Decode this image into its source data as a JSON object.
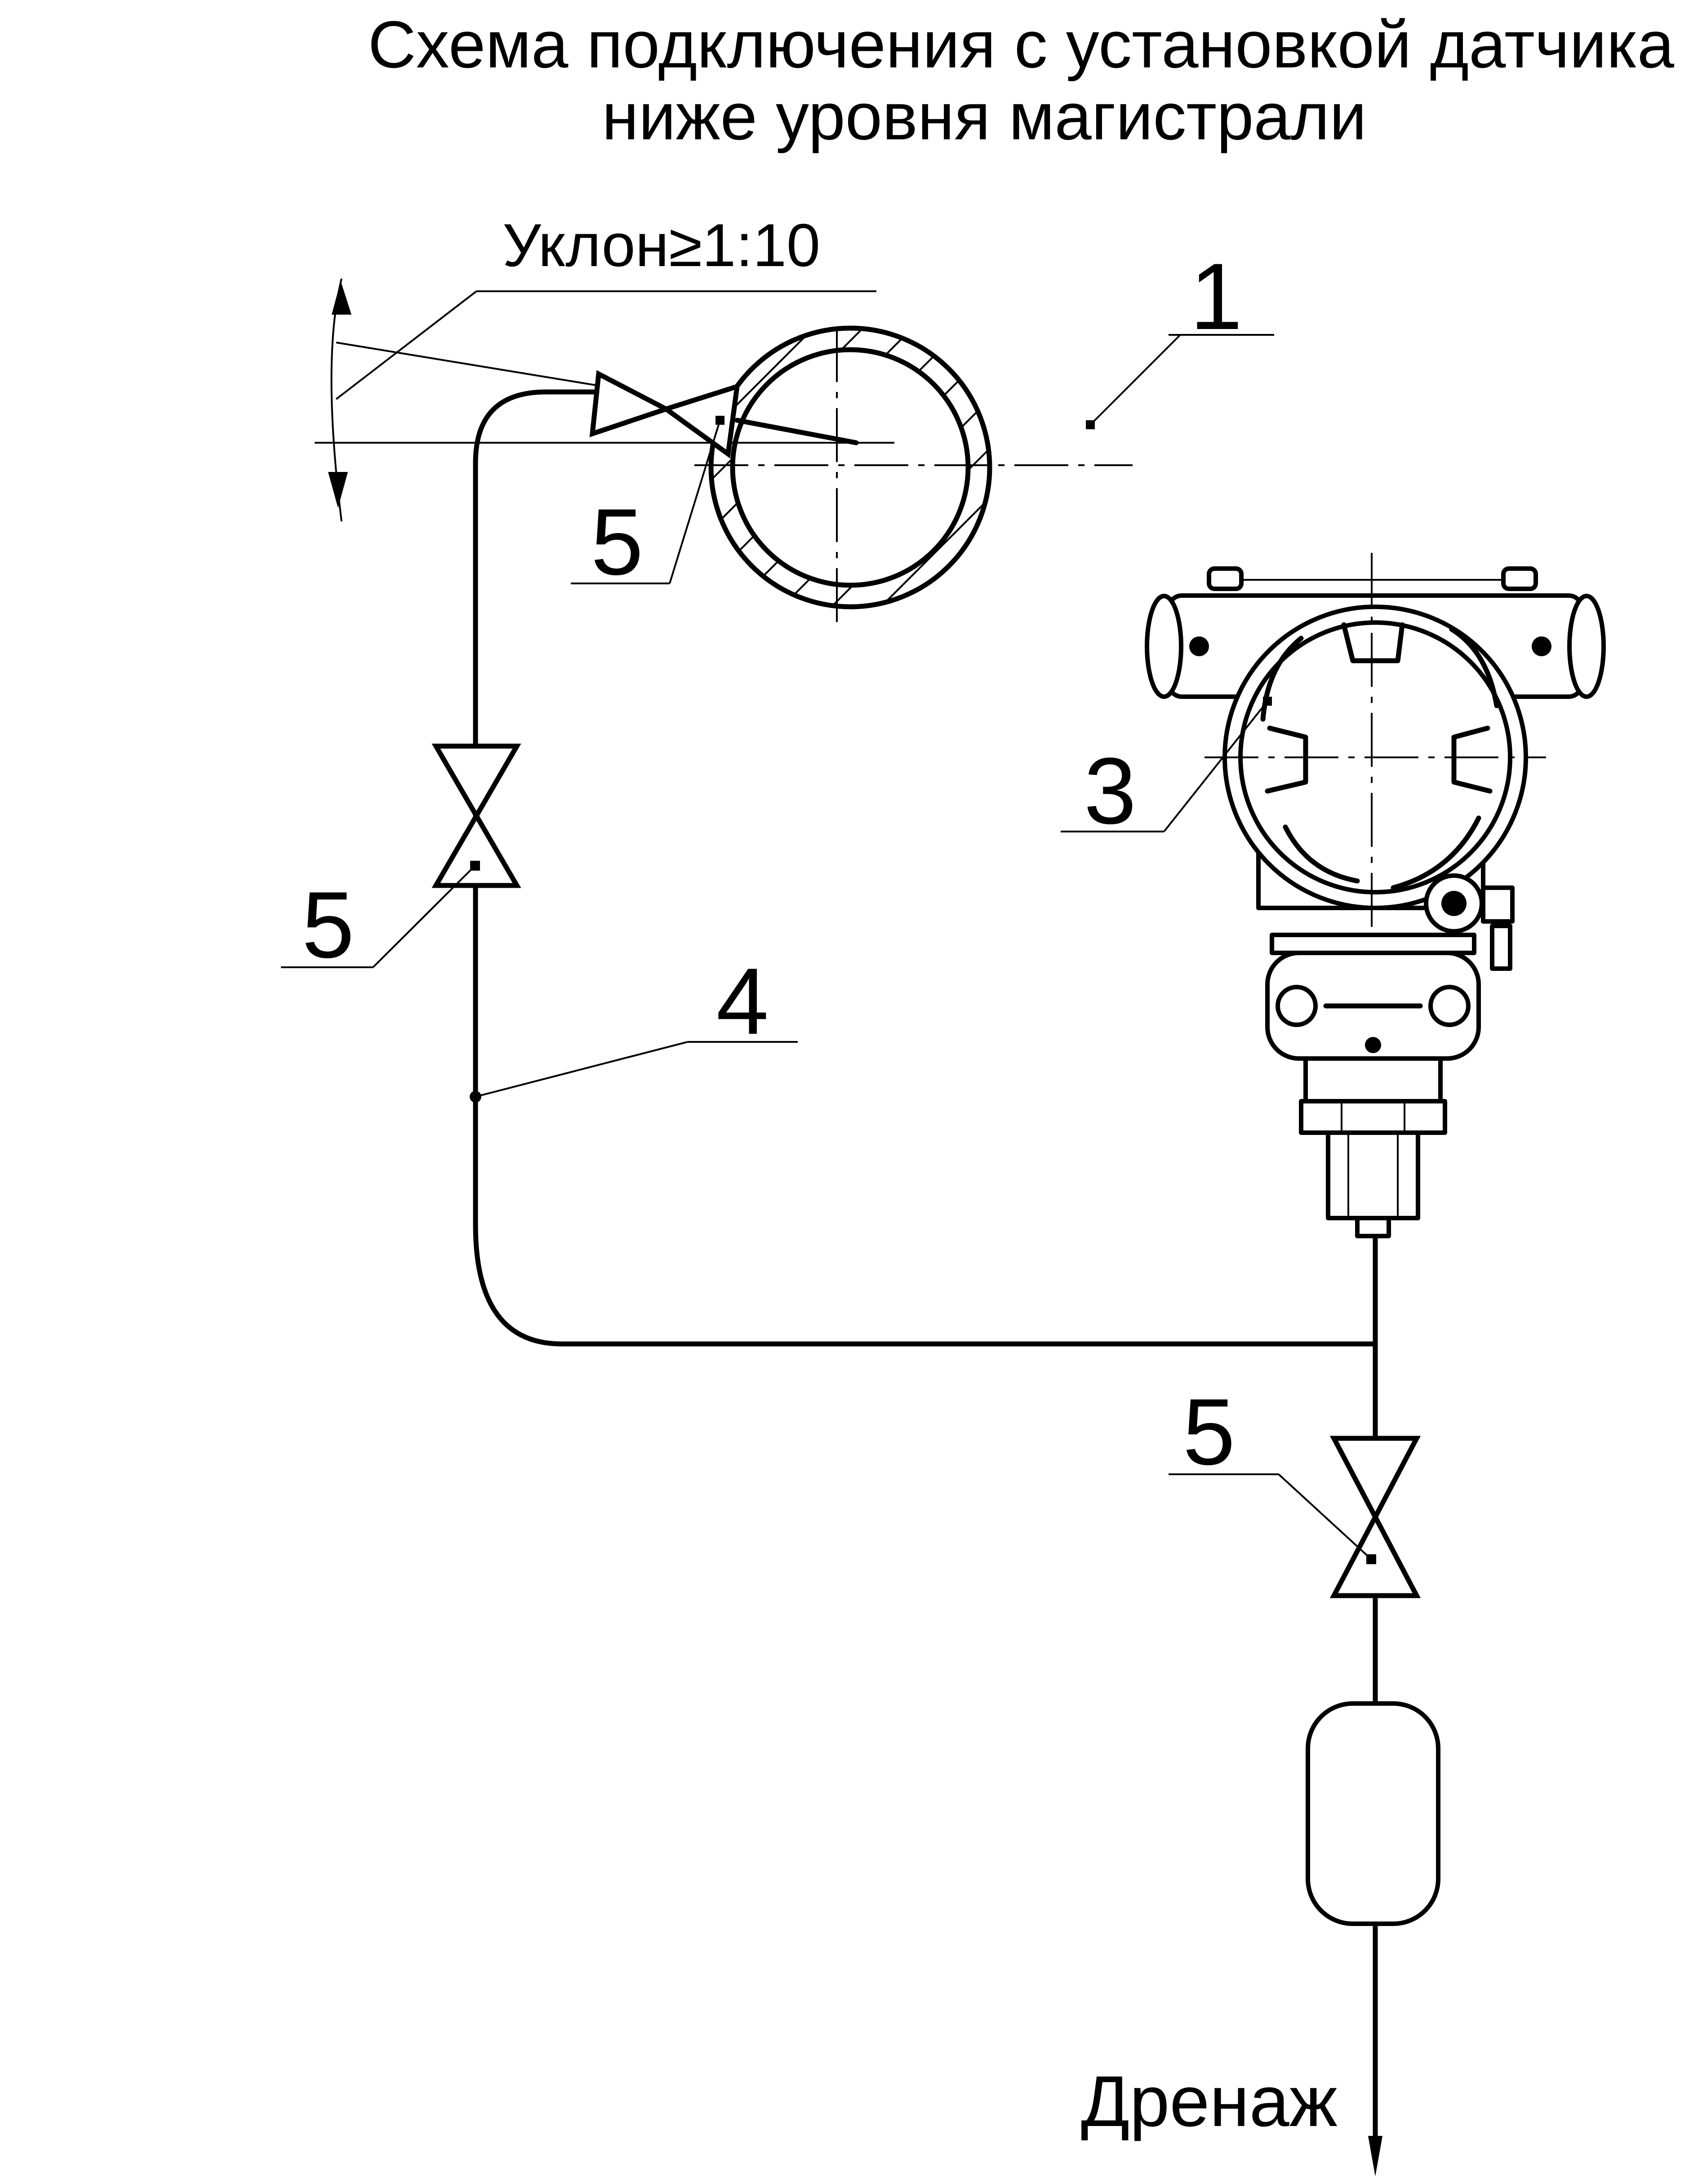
{
  "title": {
    "line1": "Схема подключения с установкой датчика",
    "line2": "ниже уровня магистрали"
  },
  "slope_note": "Уклон≥1:10",
  "drain_label": "Дренаж",
  "callouts": {
    "pipe": "1",
    "sensor": "3",
    "impulse_line": "4",
    "valve_top": "5",
    "valve_left": "5",
    "valve_drain": "5"
  },
  "colors": {
    "line": "#000000",
    "background": "#ffffff"
  }
}
